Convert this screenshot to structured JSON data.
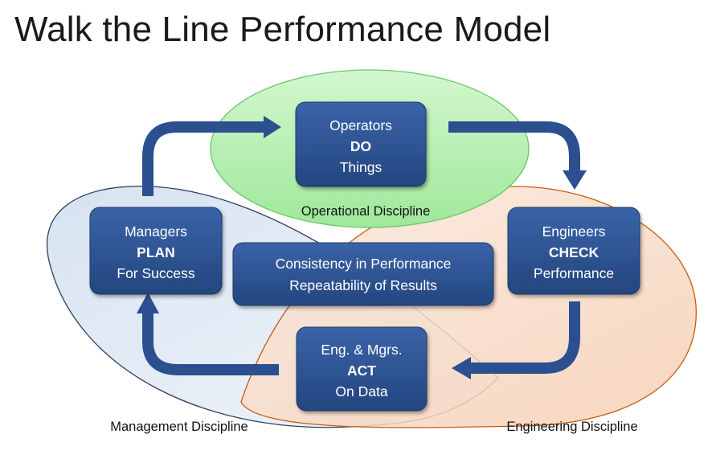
{
  "title": "Walk the Line Performance Model",
  "disciplines": {
    "operational": "Operational Discipline",
    "management": "Management Discipline",
    "engineering": "Engineering Discipline"
  },
  "boxes": {
    "do": {
      "line1": "Operators",
      "line2": "DO",
      "line3": "Things"
    },
    "plan": {
      "line1": "Managers",
      "line2": "PLAN",
      "line3": "For Success"
    },
    "check": {
      "line1": "Engineers",
      "line2": "CHECK",
      "line3": "Performance"
    },
    "act": {
      "line1": "Eng. & Mgrs.",
      "line2": "ACT",
      "line3": "On Data"
    },
    "center": {
      "line1": "Consistency in Performance",
      "line2": "Repeatability of Results"
    }
  },
  "colors": {
    "box_fill": "#2f5597",
    "arrow": "#2b4f8f",
    "operational_fill": "#b5f0b0",
    "engineering_fill": "#f8dcc8",
    "management_fill": "#dbe6f3"
  }
}
